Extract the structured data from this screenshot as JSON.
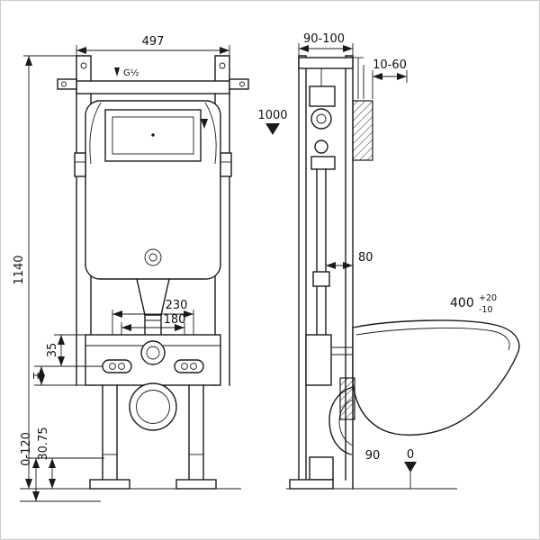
{
  "drawing": {
    "front": {
      "width": "497",
      "height": "1140",
      "inlet_thread": "G½",
      "level_mark": "1000",
      "bolt_spacing_outer": "230",
      "bolt_spacing_inner": "180",
      "plate_offset": "35",
      "height_var": "H",
      "foot_dim": "30.75",
      "foot_range": "0-120"
    },
    "side": {
      "bracket_range": "90-100",
      "wall_distance": "10-60",
      "pipe_offset": "80",
      "bowl_height": "400",
      "bowl_height_tol_plus": "+20",
      "bowl_height_tol_minus": "-10",
      "outlet_dim": "90",
      "floor_datum": "0"
    },
    "colors": {
      "line": "#1a1a1a",
      "background": "#ffffff",
      "frame_border": "#cccccc"
    }
  }
}
